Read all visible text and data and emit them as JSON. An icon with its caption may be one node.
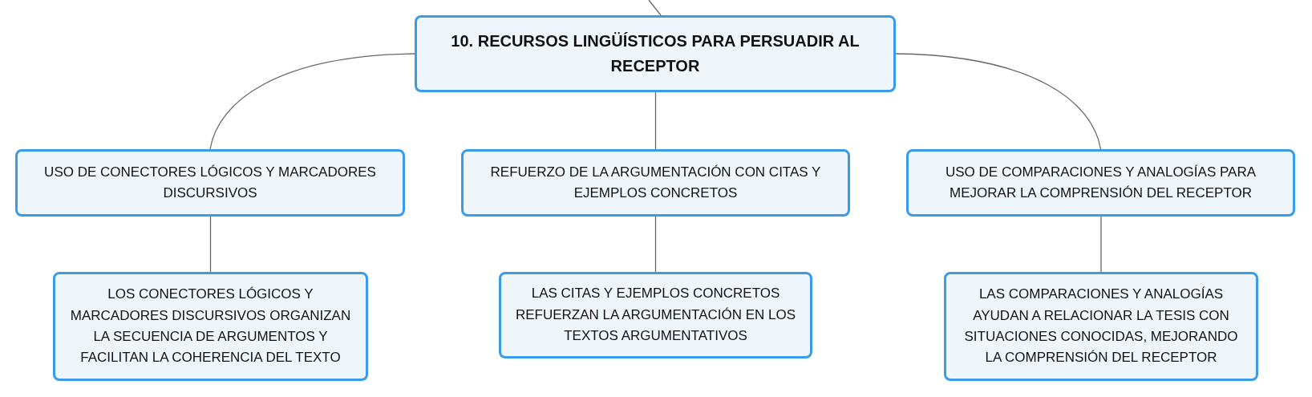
{
  "diagram": {
    "nodes": [
      {
        "text": [
          "10. RECURSOS LINGÜÍSTICOS PARA PERSUADIR AL RECEPTOR"
        ]
      },
      {
        "text": [
          "USO DE CONECTORES LÓGICOS Y MARCADORES DISCURSIVOS"
        ]
      },
      {
        "text": [
          "REFUERZO DE LA ARGUMENTACIÓN CON CITAS Y EJEMPLOS CONCRETOS"
        ]
      },
      {
        "text": [
          "USO DE COMPARACIONES Y ANALOGÍAS PARA MEJORAR LA COMPRENSIÓN DEL RECEPTOR"
        ]
      },
      {
        "text": [
          "LOS CONECTORES LÓGICOS Y MARCADORES DISCURSIVOS ORGANIZAN LA SECUENCIA DE ARGUMENTOS Y FACILITAN LA COHERENCIA DEL TEXTO"
        ]
      },
      {
        "text": [
          "LAS CITAS Y EJEMPLOS CONCRETOS REFUERZAN LA ARGUMENTACIÓN EN LOS TEXTOS ARGUMENTATIVOS"
        ]
      },
      {
        "text": [
          "LAS COMPARACIONES Y ANALOGÍAS AYUDAN A RELACIONAR LA TESIS CON SITUACIONES CONOCIDAS, MEJORANDO LA COMPRENSIÓN DEL RECEPTOR"
        ]
      }
    ],
    "edges": [
      {
        "from": null,
        "to": 0,
        "arrow": "none"
      },
      {
        "from": 0,
        "to": 1,
        "arrow": "none"
      },
      {
        "from": 0,
        "to": 2,
        "arrow": "none"
      },
      {
        "from": 0,
        "to": 3,
        "arrow": "none"
      },
      {
        "from": 1,
        "to": 4,
        "arrow": "none"
      },
      {
        "from": 2,
        "to": 5,
        "arrow": "none"
      },
      {
        "from": 3,
        "to": 6,
        "arrow": "none"
      }
    ]
  }
}
